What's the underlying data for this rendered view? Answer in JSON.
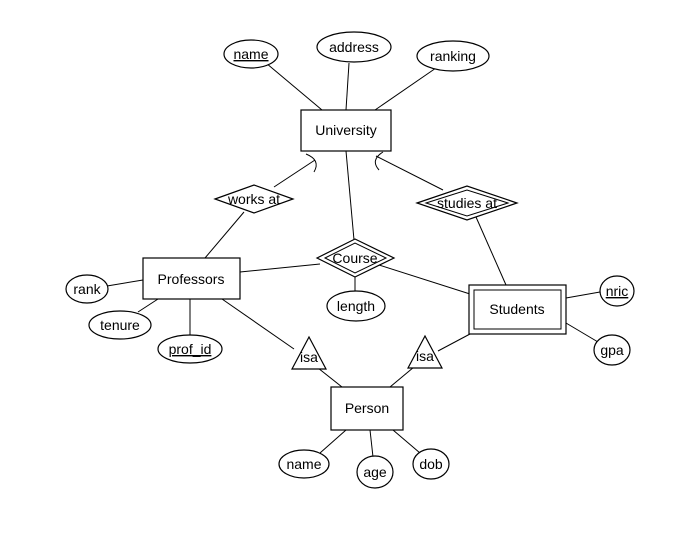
{
  "entities": {
    "university": "University",
    "professors": "Professors",
    "students": "Students",
    "person": "Person"
  },
  "relationships": {
    "works_at": "works at",
    "studies_at": "studies at",
    "course": "Course"
  },
  "isa": {
    "professor_isa": "isa",
    "student_isa": "isa"
  },
  "attributes": {
    "university_name": "name",
    "university_address": "address",
    "university_ranking": "ranking",
    "professor_rank": "rank",
    "professor_tenure": "tenure",
    "professor_prof_id": "prof_id",
    "course_length": "length",
    "student_nric": "nric",
    "student_gpa": "gpa",
    "person_name": "name",
    "person_age": "age",
    "person_dob": "dob"
  }
}
